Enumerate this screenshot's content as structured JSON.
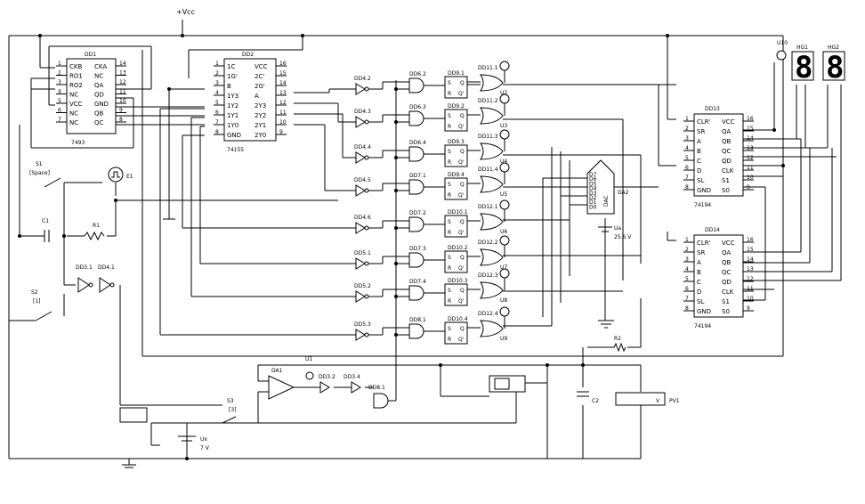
{
  "vcc_label": "+Vcc",
  "chips": {
    "dd1": {
      "name": "DD1",
      "type": "7493",
      "left_pins": [
        {
          "n": "1",
          "l": "CKB"
        },
        {
          "n": "2",
          "l": "RO1"
        },
        {
          "n": "3",
          "l": "RO2"
        },
        {
          "n": "4",
          "l": "NC"
        },
        {
          "n": "5",
          "l": "VCC"
        },
        {
          "n": "6",
          "l": "NC"
        },
        {
          "n": "7",
          "l": "NC"
        }
      ],
      "right_pins": [
        {
          "n": "14",
          "l": "CKA"
        },
        {
          "n": "13",
          "l": "NC"
        },
        {
          "n": "12",
          "l": "QA"
        },
        {
          "n": "11",
          "l": "QD"
        },
        {
          "n": "10",
          "l": "GND"
        },
        {
          "n": "9",
          "l": "QB"
        },
        {
          "n": "8",
          "l": "QC"
        }
      ]
    },
    "dd2": {
      "name": "DD2",
      "type": "74155",
      "left_pins": [
        {
          "n": "1",
          "l": "1C"
        },
        {
          "n": "2",
          "l": "1G'"
        },
        {
          "n": "3",
          "l": "B"
        },
        {
          "n": "4",
          "l": "1Y3"
        },
        {
          "n": "5",
          "l": "1Y2"
        },
        {
          "n": "6",
          "l": "1Y1"
        },
        {
          "n": "7",
          "l": "1Y0"
        },
        {
          "n": "8",
          "l": "GND"
        }
      ],
      "right_pins": [
        {
          "n": "16",
          "l": "VCC"
        },
        {
          "n": "15",
          "l": "2C'"
        },
        {
          "n": "14",
          "l": "2G'"
        },
        {
          "n": "13",
          "l": "A"
        },
        {
          "n": "12",
          "l": "2Y3"
        },
        {
          "n": "11",
          "l": "2Y2"
        },
        {
          "n": "10",
          "l": "2Y1"
        },
        {
          "n": "9",
          "l": "2Y0"
        }
      ]
    },
    "dd13": {
      "name": "DD13",
      "type": "74194",
      "left_pins": [
        {
          "n": "1",
          "l": "CLR'"
        },
        {
          "n": "2",
          "l": "SR"
        },
        {
          "n": "3",
          "l": "A"
        },
        {
          "n": "4",
          "l": "B"
        },
        {
          "n": "5",
          "l": "C"
        },
        {
          "n": "6",
          "l": "D"
        },
        {
          "n": "7",
          "l": "SL"
        },
        {
          "n": "8",
          "l": "GND"
        }
      ],
      "right_pins": [
        {
          "n": "16",
          "l": "VCC"
        },
        {
          "n": "15",
          "l": "QA"
        },
        {
          "n": "14",
          "l": "QB"
        },
        {
          "n": "13",
          "l": "QC"
        },
        {
          "n": "12",
          "l": "QD"
        },
        {
          "n": "11",
          "l": "CLK"
        },
        {
          "n": "10",
          "l": "S1"
        },
        {
          "n": "9",
          "l": "S0"
        }
      ]
    },
    "dd14": {
      "name": "DD14",
      "type": "74194",
      "left_pins": [
        {
          "n": "1",
          "l": "CLR'"
        },
        {
          "n": "2",
          "l": "SR"
        },
        {
          "n": "3",
          "l": "A"
        },
        {
          "n": "4",
          "l": "B"
        },
        {
          "n": "5",
          "l": "C"
        },
        {
          "n": "6",
          "l": "D"
        },
        {
          "n": "7",
          "l": "SL"
        },
        {
          "n": "8",
          "l": "GND"
        }
      ],
      "right_pins": [
        {
          "n": "16",
          "l": "VCC"
        },
        {
          "n": "15",
          "l": "QA"
        },
        {
          "n": "14",
          "l": "QB"
        },
        {
          "n": "13",
          "l": "QC"
        },
        {
          "n": "12",
          "l": "QD"
        },
        {
          "n": "11",
          "l": "CLK"
        },
        {
          "n": "10",
          "l": "S1"
        },
        {
          "n": "9",
          "l": "S0"
        }
      ]
    }
  },
  "inverters": [
    "DD4.2",
    "DD4.3",
    "DD4.4",
    "DD4.5",
    "DD4.6",
    "DD5.1",
    "DD5.2",
    "DD5.3"
  ],
  "and_gates": [
    "DD6.2",
    "DD6.3",
    "DD6.4",
    "DD7.1",
    "DD7.2",
    "DD7.3",
    "DD7.4",
    "DD8.1"
  ],
  "rs_flipflops": [
    "DD9.1",
    "DD9.2",
    "DD9.3",
    "DD9.4",
    "DD10.1",
    "DD10.2",
    "DD10.3",
    "DD10.4"
  ],
  "ff_pins": {
    "s": "S",
    "q": "Q",
    "r": "R",
    "qn": "Q'"
  },
  "or_gates": [
    "DD11.1",
    "DD11.2",
    "DD11.3",
    "DD11.4",
    "DD12.1",
    "DD12.2",
    "DD12.3",
    "DD12.4"
  ],
  "probes": [
    "U2",
    "U3",
    "U4",
    "U5",
    "U6",
    "U7",
    "U8",
    "U9"
  ],
  "switches": {
    "s1": {
      "name": "S1",
      "key": "[Space]"
    },
    "s2": {
      "name": "S2",
      "key": "[1]"
    },
    "s3": {
      "name": "S3",
      "key": "[3]"
    }
  },
  "components": {
    "c1": "C1",
    "r1": "R1",
    "e1": "E1",
    "c2": "C2",
    "r2": "R2",
    "da2": "DA2",
    "dac": "DAC",
    "da1": "DA1",
    "u1": "U1",
    "u10": "U10",
    "hg1": "HG1",
    "hg2": "HG2",
    "pv1": "PV1",
    "pv1_unit": "V",
    "ua_name": "Ua",
    "ua_value": "25.6 V",
    "ux_name": "Ux",
    "ux_value": "7 V",
    "dd3_1": "DD3.1",
    "dd4_1": "DD4.1",
    "dd3_2": "DD3.2",
    "dd3_4": "DD3.4",
    "dd8_1b": "DD8.1",
    "hg1_digit": "8",
    "hg2_digit": "8"
  },
  "dac_pins": [
    "D7",
    "D6",
    "D5",
    "D4",
    "D3",
    "D2",
    "D1",
    "D0"
  ]
}
